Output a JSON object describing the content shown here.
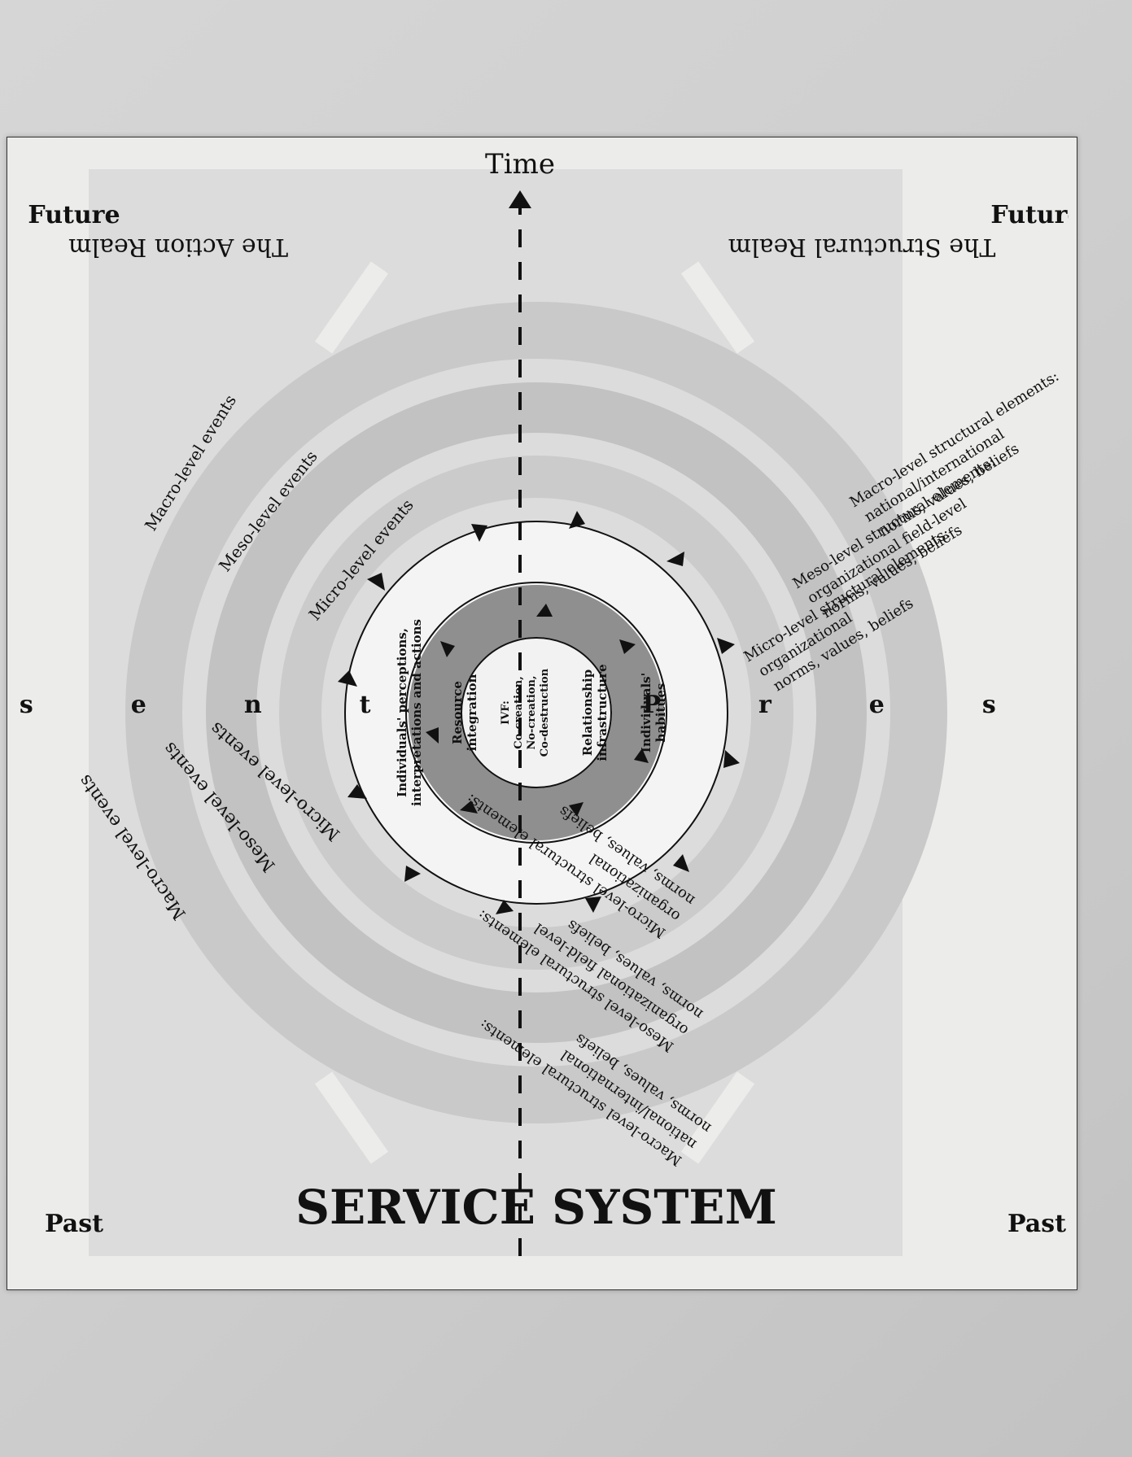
{
  "title": "SERVICE SYSTEM",
  "time_axis": {
    "past_top": "Past",
    "present_top": "Present",
    "future_top": "Future",
    "past_bottom": "Past",
    "present_bottom": "Present",
    "future_bottom": "Future",
    "time_label": "Time"
  },
  "realms": {
    "action": "The Action Realm",
    "structural": "The Structural Realm"
  },
  "events": {
    "macro_left": "Macro-level events",
    "meso_left": "Meso-level events",
    "micro_left": "Micro-level events",
    "micro_right": "Micro-level events",
    "meso_right": "Meso-level events",
    "macro_right": "Macro-level events"
  },
  "structures_left": {
    "macro": [
      "Macro-level structural elements:",
      "national/international",
      "norms, values, beliefs"
    ],
    "meso": [
      "Meso-level structural elements:",
      "organizational field-level",
      "norms, values, beliefs"
    ],
    "micro": [
      "Micro-level structural elements:",
      "organizational",
      "norms, values, beliefs"
    ]
  },
  "structures_right": {
    "micro": [
      "Micro-level structural elements:",
      "organizational",
      "norms, values, beliefs"
    ],
    "meso": [
      "Meso-level structural elements:",
      "organizational field-level",
      "norms, values, beliefs"
    ],
    "macro": [
      "Macro-level structural elements:",
      "national/international",
      "norms, values, beliefs"
    ]
  },
  "core": {
    "perceptions": [
      "Individuals' perceptions,",
      "interpretations and actions"
    ],
    "resource": [
      "Resource",
      "integration"
    ],
    "ive_label": "IVF:",
    "ive_lines": [
      "Co-creation,",
      "No-creation,",
      "Co-destruction"
    ],
    "relationship": [
      "Relationship",
      "infrastructure"
    ],
    "habitues": [
      "Individuals'",
      "habitues"
    ]
  },
  "colors": {
    "band_light": "#d9d9d9",
    "band_mid": "#c4c4c4",
    "band_dark": "#aeaeae",
    "ring_dark": "#8f8f8f",
    "ink": "#111111"
  }
}
